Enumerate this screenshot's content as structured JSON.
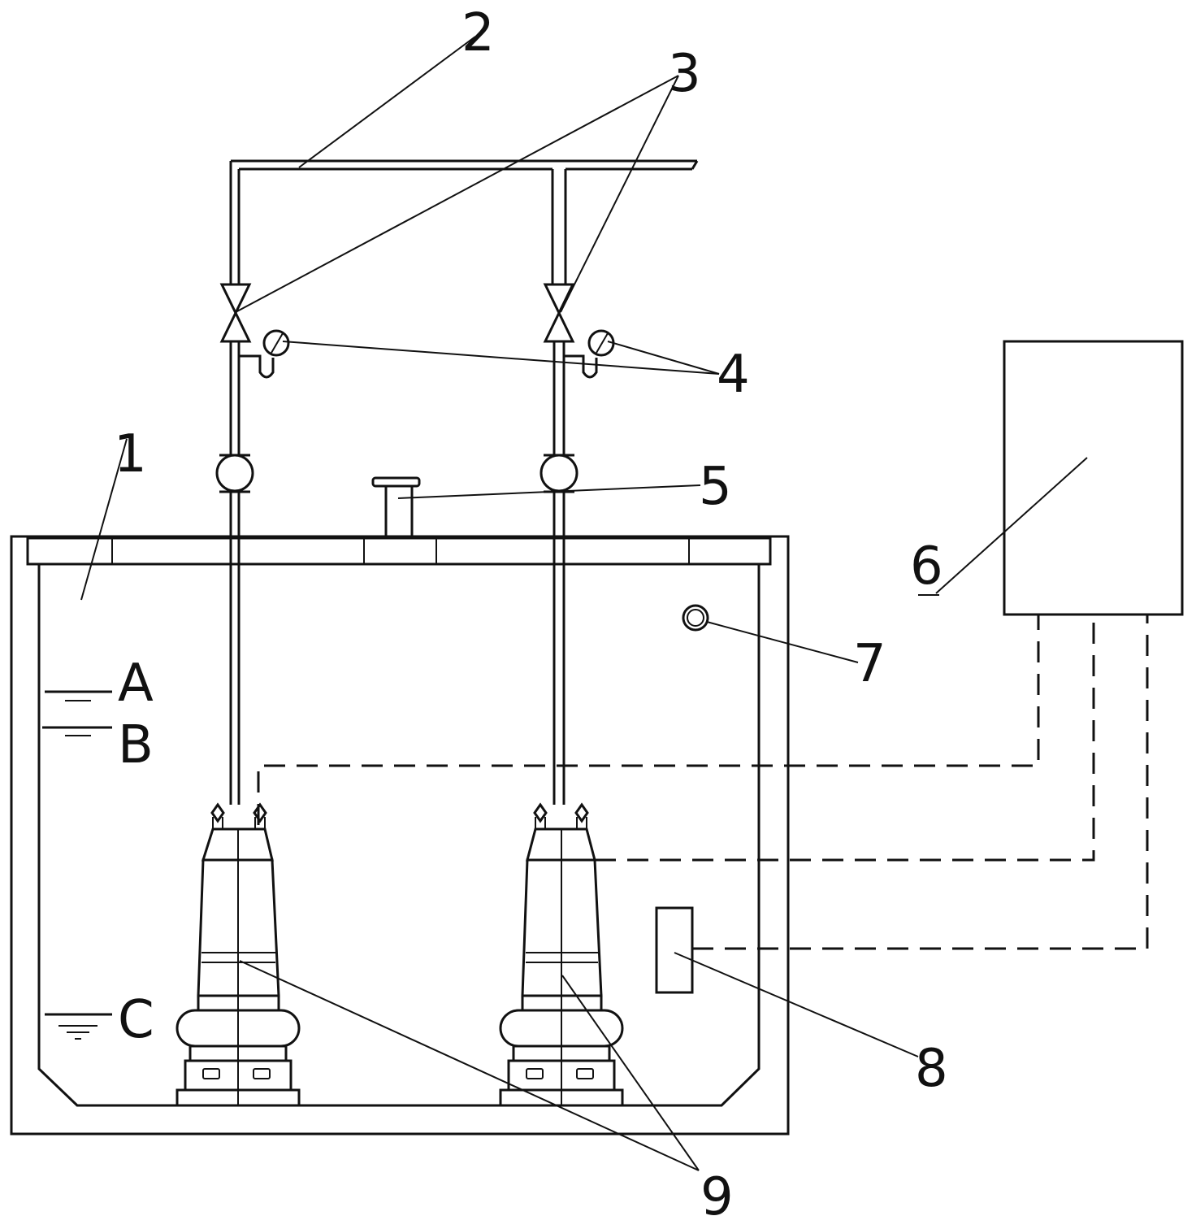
{
  "labels": {
    "tank": "1",
    "discharge_pipe": "2",
    "valves": "3",
    "gauges": "4",
    "inlet": "5",
    "control_cabinet": "6",
    "sensor": "7",
    "level_sensor": "8",
    "pumps": "9"
  },
  "levels": {
    "a": "A",
    "b": "B",
    "c": "C"
  }
}
